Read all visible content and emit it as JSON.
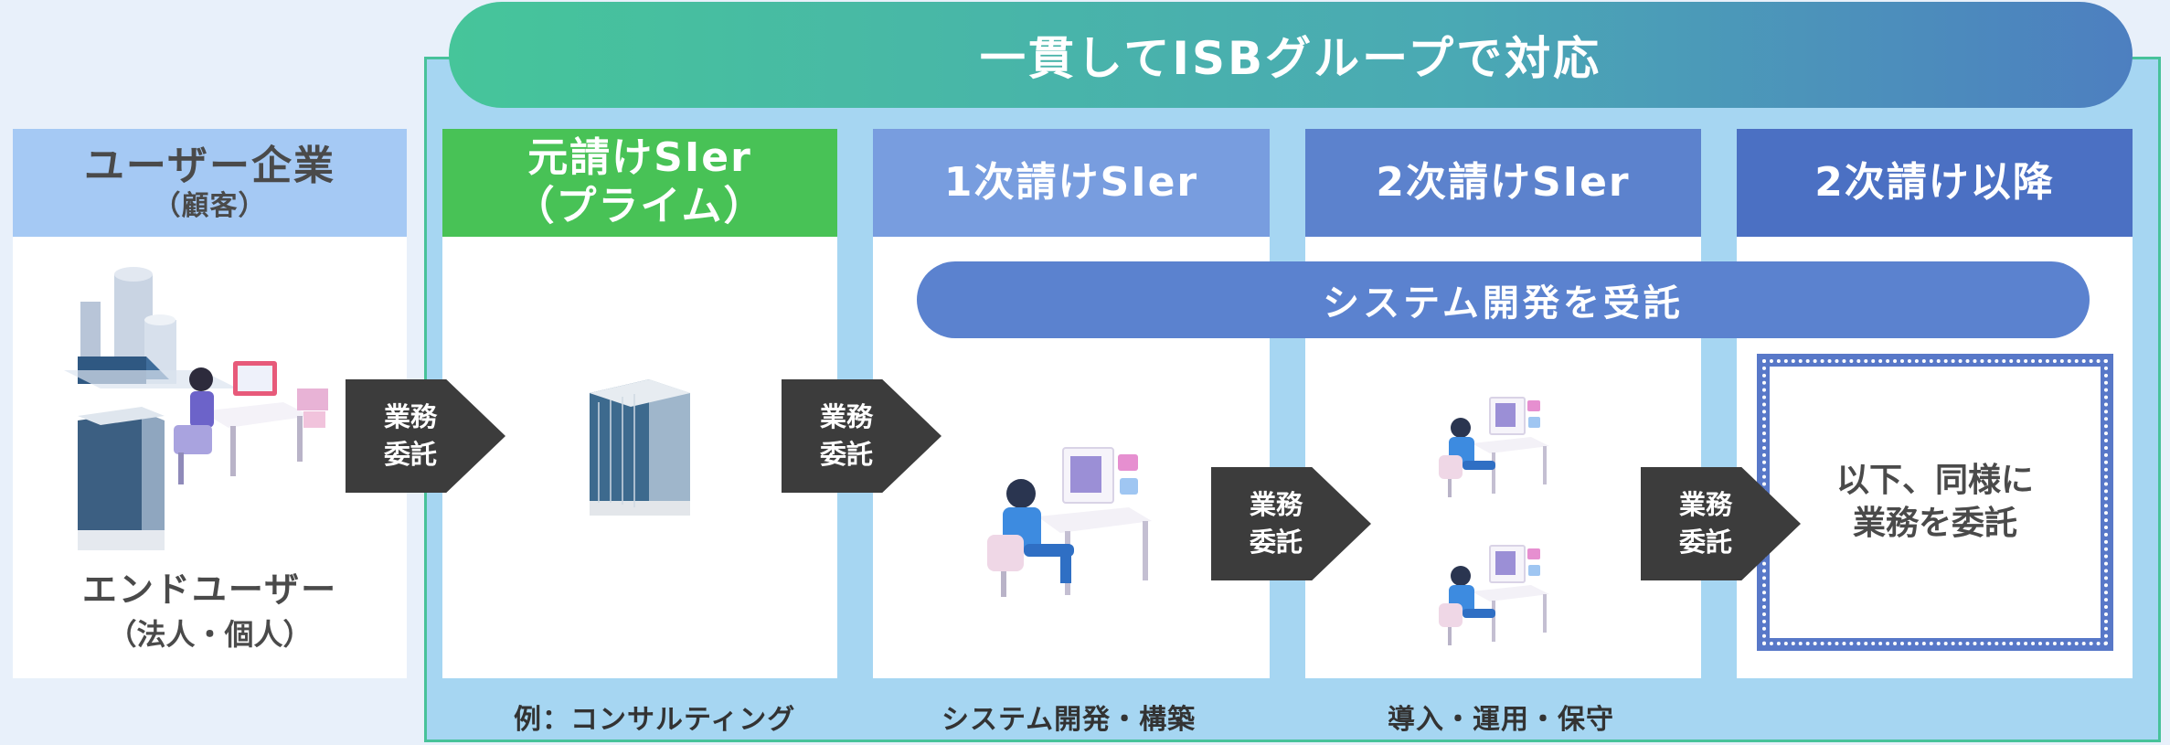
{
  "banner": "一貫してISBグループで対応",
  "columns": {
    "user": {
      "title": "ユーザー企業",
      "subtitle": "（顧客）"
    },
    "prime": {
      "title": "元請けSIer",
      "subtitle": "（プライム）"
    },
    "first": {
      "title": "1次請けSIer"
    },
    "second": {
      "title": "2次請けSIer"
    },
    "after": {
      "title": "2次請け以降"
    }
  },
  "pill": "システム開発を受託",
  "arrow": {
    "line1": "業務",
    "line2": "委託"
  },
  "end_user": {
    "line1": "エンドユーザー",
    "line2": "（法人・個人）"
  },
  "same_box": {
    "line1": "以下、同様に",
    "line2": "業務を委託"
  },
  "footer": {
    "prime": "例：コンサルティング",
    "first": "システム開発・構築",
    "second": "導入・運用・保守"
  },
  "colors": {
    "banner_start": "#46c59a",
    "banner_end": "#4d7fc0",
    "prime_header": "#48c256",
    "frame_fill": "#a6d6f2",
    "arrow": "#3c3c3c"
  },
  "icons": [
    "factory-icon",
    "office-building-icon",
    "worker-at-desk-icon",
    "tall-building-icon",
    "developer-at-desk-icon"
  ]
}
